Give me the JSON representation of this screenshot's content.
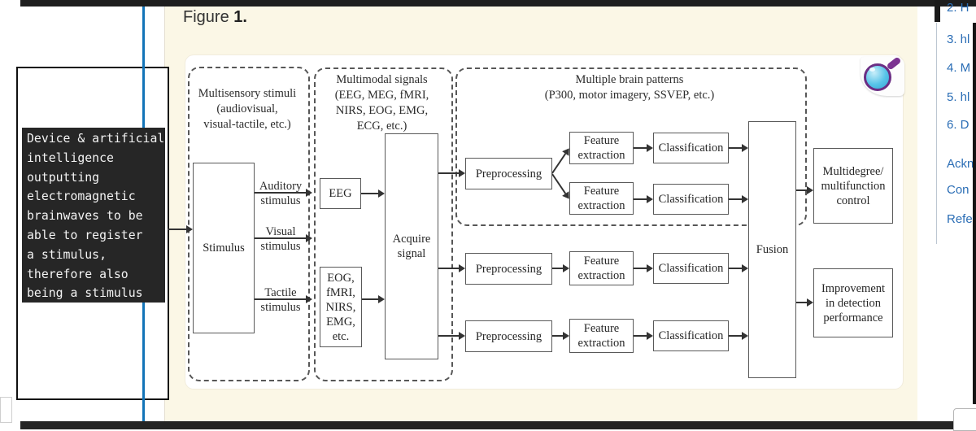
{
  "window": {
    "figure_label": "Figure",
    "figure_number": "1."
  },
  "annotation_note": {
    "text": "Device & artificial\nintelligence\noutputting\nelectromagnetic\nbrainwaves to be\nable to register\na stimulus,\ntherefore also\nbeing a stimulus"
  },
  "sidebar": {
    "items": [
      "2. H",
      "3. hl",
      "4. M",
      "5. hl",
      "6. D",
      "Ackn",
      "Con",
      "Refe"
    ]
  },
  "diagram": {
    "groups": {
      "multisensory": "Multisensory stimuli\n(audiovisual,\nvisual-tactile, etc.)",
      "multimodal": "Multimodal signals\n(EEG, MEG, fMRI,\nNIRS, EOG, EMG,\nECG, etc.)",
      "patterns": "Multiple brain patterns\n(P300, motor imagery, SSVEP, etc.)"
    },
    "nodes": {
      "stimulus": "Stimulus",
      "eeg": "EEG",
      "other_signals": "EOG,\nfMRI,\nNIRS,\nEMG,\netc.",
      "acquire": "Acquire\nsignal",
      "preprocessing": "Preprocessing",
      "feature_extraction": "Feature\nextraction",
      "classification": "Classification",
      "fusion": "Fusion",
      "control": "Multidegree/\nmultifunction\ncontrol",
      "detection": "Improvement\nin detection\nperformance"
    },
    "edges": {
      "auditory": "Auditory\nstimulus",
      "visual": "Visual\nstimulus",
      "tactile": "Tactile\nstimulus"
    }
  },
  "icons": {
    "magnifier": "magnifier-zoom-icon"
  },
  "colors": {
    "accent_line": "#1274b8",
    "link": "#2a6db5",
    "content_bg": "#fbf7e6",
    "note_bg": "#262626",
    "diagram_ink": "#3c3c3c"
  }
}
